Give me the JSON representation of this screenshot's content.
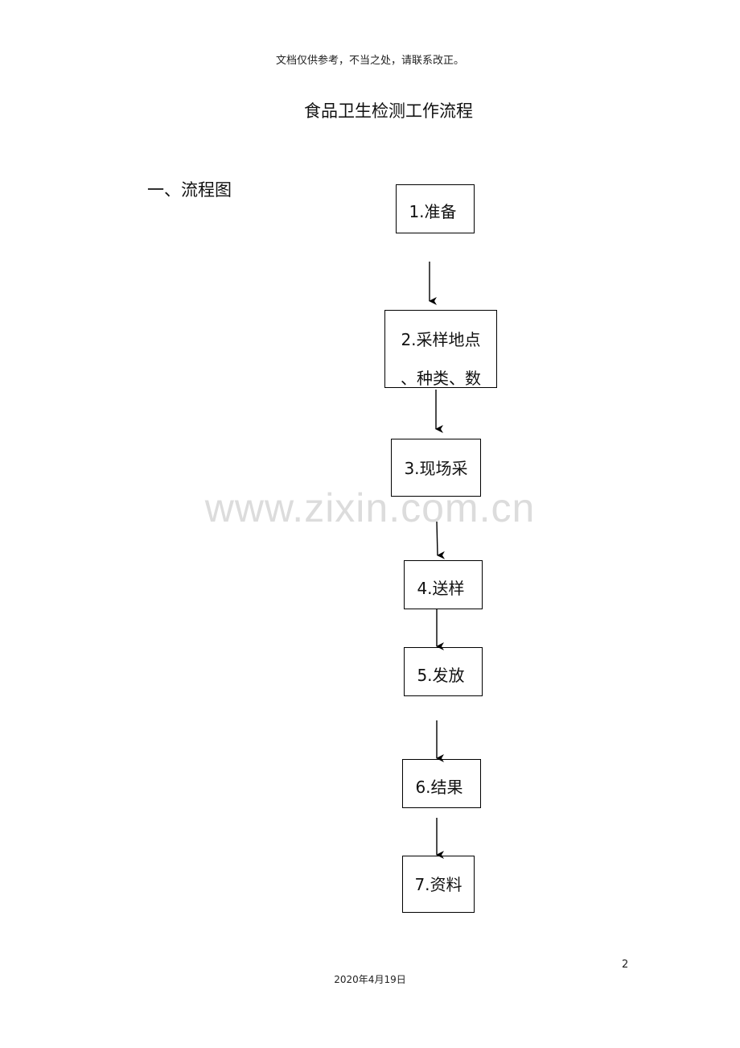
{
  "header": {
    "disclaimer": "文档仅供参考，不当之处，请联系改正。"
  },
  "document": {
    "title": "食品卫生检测工作流程",
    "section_heading": "一、流程图"
  },
  "watermark": "www.zixin.com.cn",
  "flowchart": {
    "steps": [
      {
        "line1": "1.准备",
        "line2": ""
      },
      {
        "line1": "2.采样地点",
        "line2": "、种类、数"
      },
      {
        "line1": "3.现场采",
        "line2": ""
      },
      {
        "line1": "4.送样",
        "line2": ""
      },
      {
        "line1": "5.发放",
        "line2": ""
      },
      {
        "line1": "6.结果",
        "line2": ""
      },
      {
        "line1": "7.资料",
        "line2": ""
      }
    ]
  },
  "footer": {
    "page_number": "2",
    "date": "2020年4月19日"
  }
}
